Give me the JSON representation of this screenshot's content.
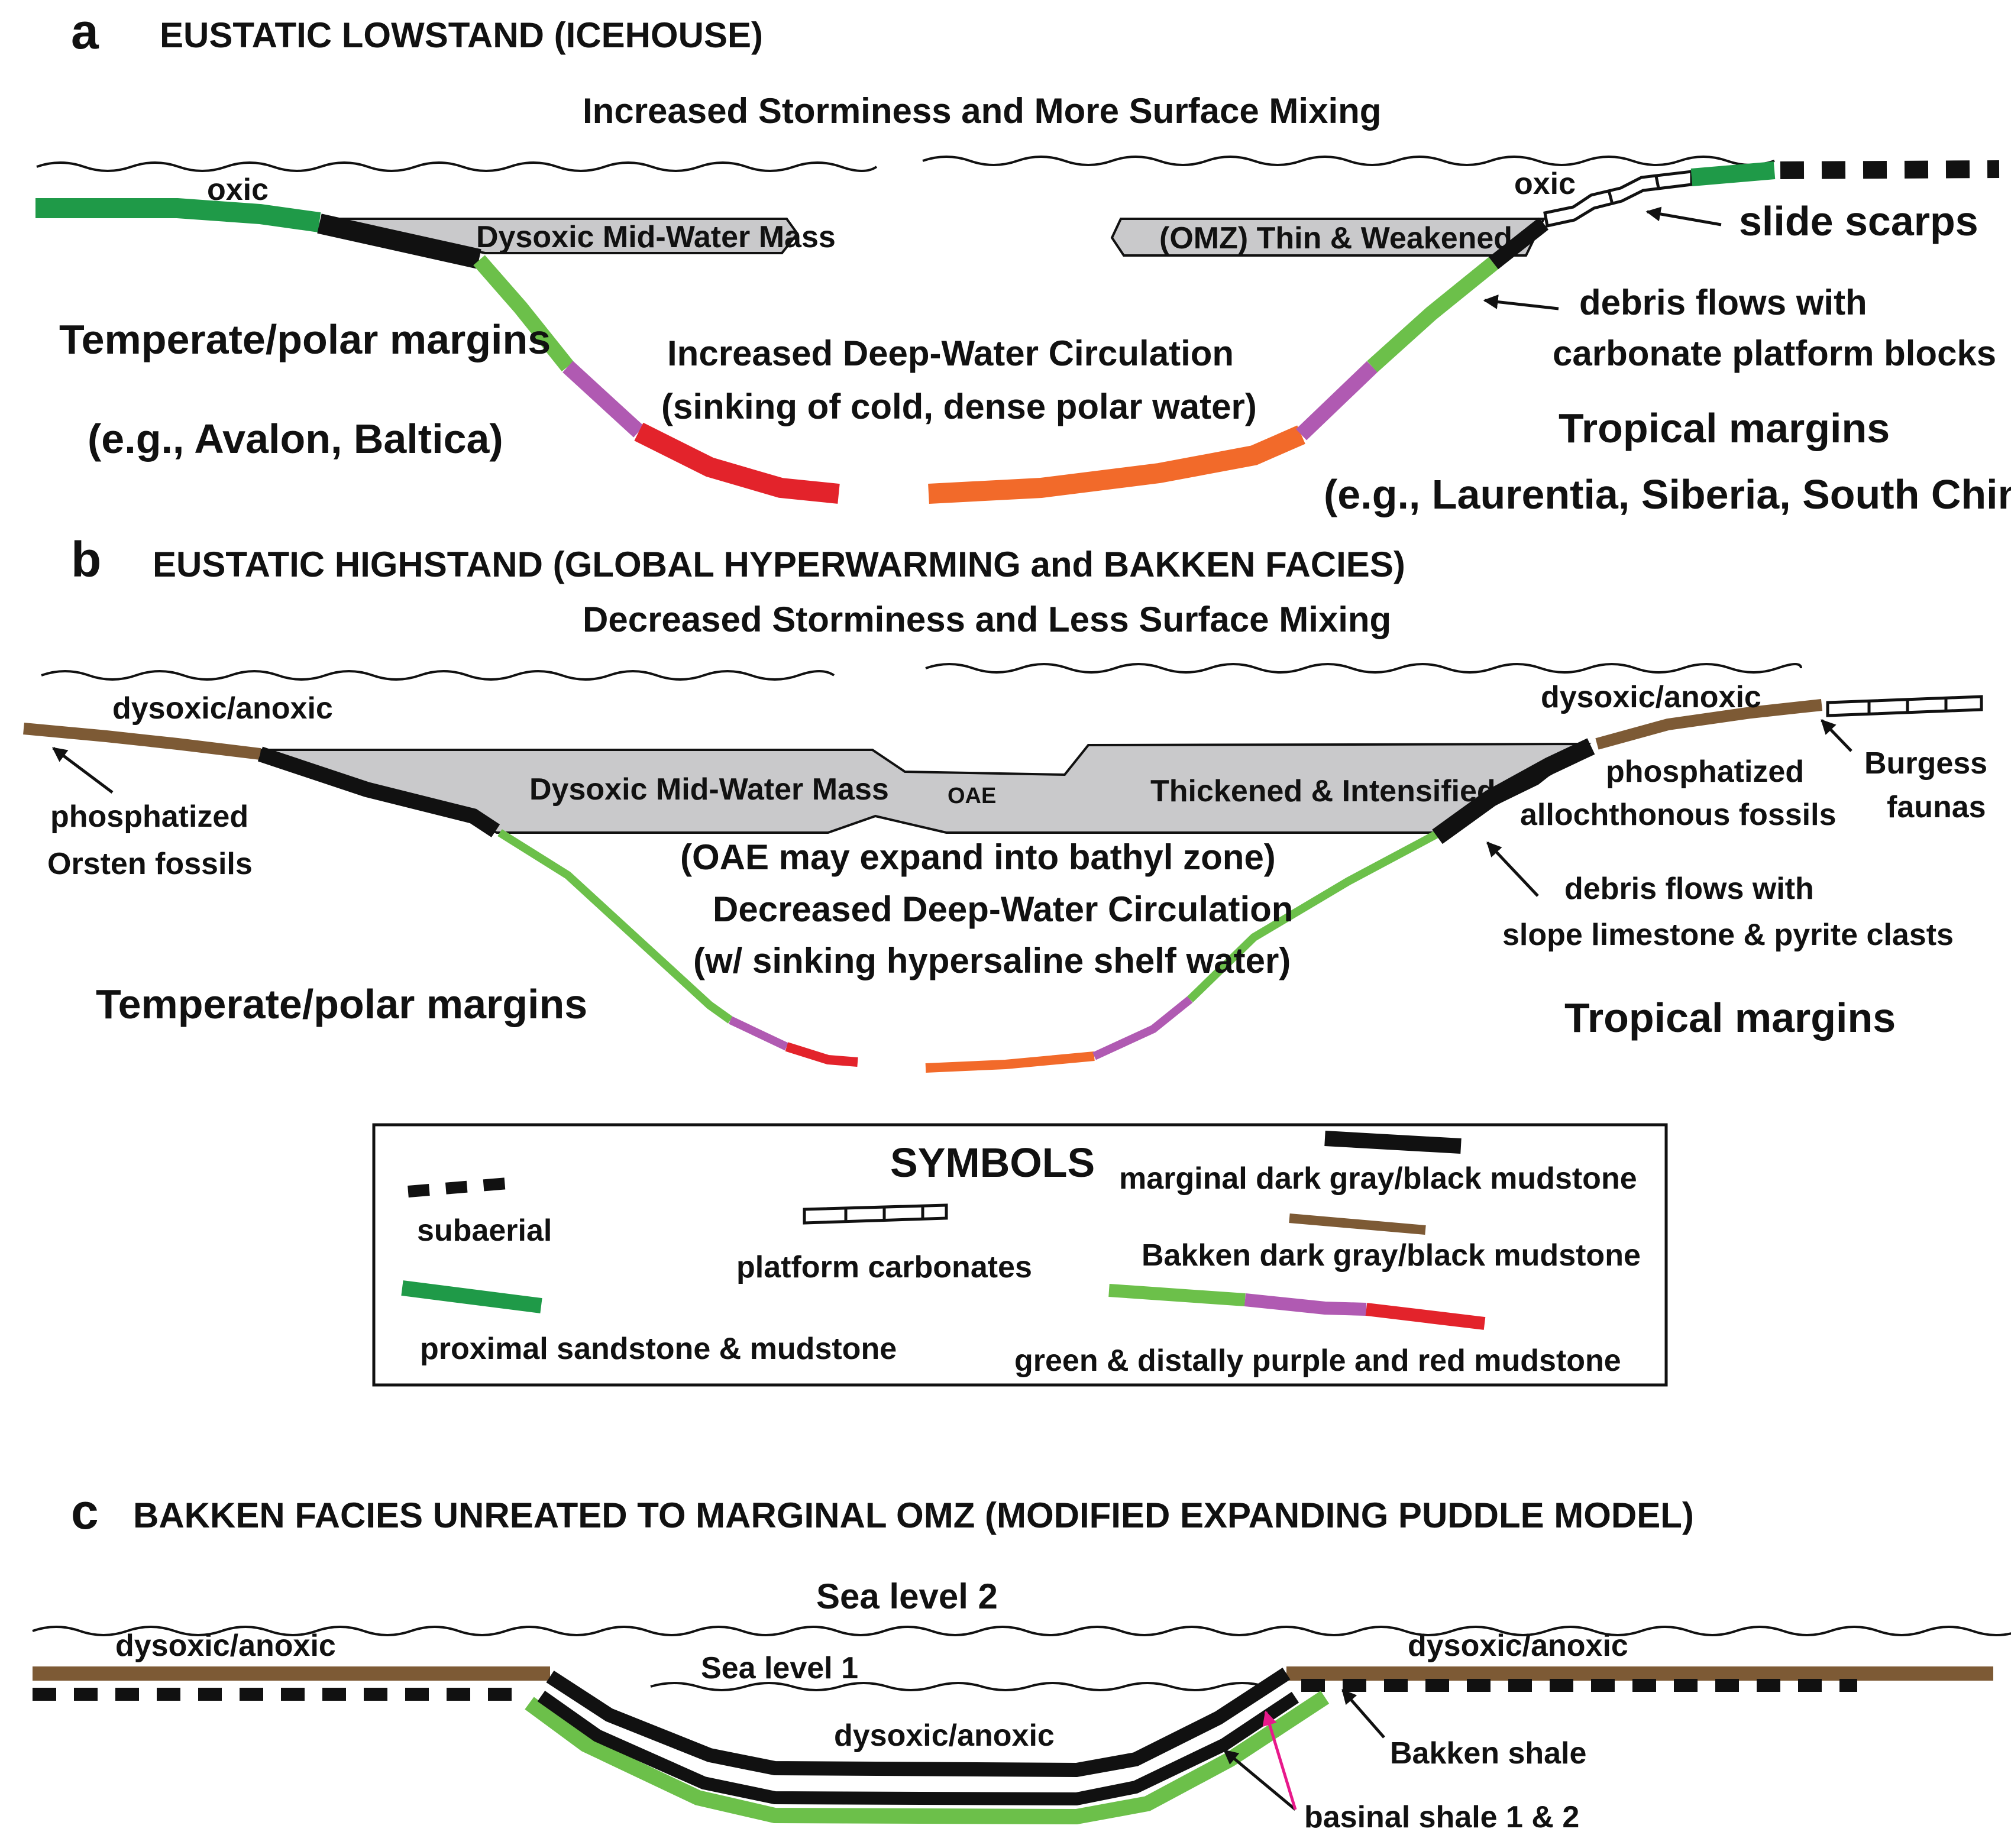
{
  "colors": {
    "proximal_green": "#1f9a48",
    "light_green": "#6cc04a",
    "purple": "#b05ab2",
    "red": "#e3232b",
    "orange": "#f26a2a",
    "black": "#111111",
    "brown": "#7d5a35",
    "gray_mass": "#c9c9cb",
    "magenta_arrow": "#e8198b"
  },
  "panel_a": {
    "letter": "a",
    "title": "EUSTATIC LOWSTAND  (ICEHOUSE)",
    "surface_note": "Increased Storminess and More Surface Mixing",
    "oxic_left": "oxic",
    "oxic_right": "oxic",
    "mid_water_left": "Dysoxic Mid-Water Mass",
    "mid_water_right": "(OMZ) Thin & Weakened",
    "slide_scarps": "slide scarps",
    "debris_line1": "debris flows with",
    "debris_line2": "carbonate platform blocks",
    "temperate": "Temperate/polar margins",
    "temperate_examples": "(e.g., Avalon, Baltica)",
    "deep_line1": "Increased Deep-Water Circulation",
    "deep_line2": "(sinking of cold, dense polar water)",
    "tropical": "Tropical margins",
    "tropical_examples": "(e.g., Laurentia, Siberia, South China)"
  },
  "panel_b": {
    "letter": "b",
    "title": "EUSTATIC HIGHSTAND  (GLOBAL HYPERWARMING and BAKKEN FACIES)",
    "surface_note": "Decreased  Storminess and Less Surface Mixing",
    "dys_left": "dysoxic/anoxic",
    "dys_right": "dysoxic/anoxic",
    "orsten_line1": "phosphatized",
    "orsten_line2": "Orsten fossils",
    "mid_water": "Dysoxic Mid-Water Mass",
    "oae": "OAE",
    "thickened": "Thickened & Intensified",
    "phos_line1": "phosphatized",
    "phos_line2": "allochthonous fossils",
    "burgess_line1": "Burgess",
    "burgess_line2": "faunas",
    "oae_note": "(OAE may expand into bathyl zone)",
    "deep_line1": "Decreased Deep-Water Circulation",
    "deep_line2": "(w/ sinking hypersaline shelf water)",
    "debris_line1": "debris flows with",
    "debris_line2": "slope limestone & pyrite clasts",
    "temperate": "Temperate/polar margins",
    "tropical": "Tropical margins"
  },
  "legend": {
    "title": "SYMBOLS",
    "subaerial": "subaerial",
    "platform": "platform carbonates",
    "marginal": "marginal dark gray/black mudstone",
    "bakken": "Bakken dark gray/black mudstone",
    "proximal": "proximal sandstone & mudstone",
    "green_purple_red": "green & distally purple and red mudstone"
  },
  "panel_c": {
    "letter": "c",
    "title": "BAKKEN FACIES UNREATED TO MARGINAL OMZ (MODIFIED EXPANDING PUDDLE MODEL)",
    "sea_level_2": "Sea level 2",
    "sea_level_1": "Sea level 1",
    "dys_left": "dysoxic/anoxic",
    "dys_right": "dysoxic/anoxic",
    "dys_basin": "dysoxic/anoxic",
    "bakken_shale": "Bakken shale",
    "basinal_shale": "basinal shale 1 & 2"
  }
}
